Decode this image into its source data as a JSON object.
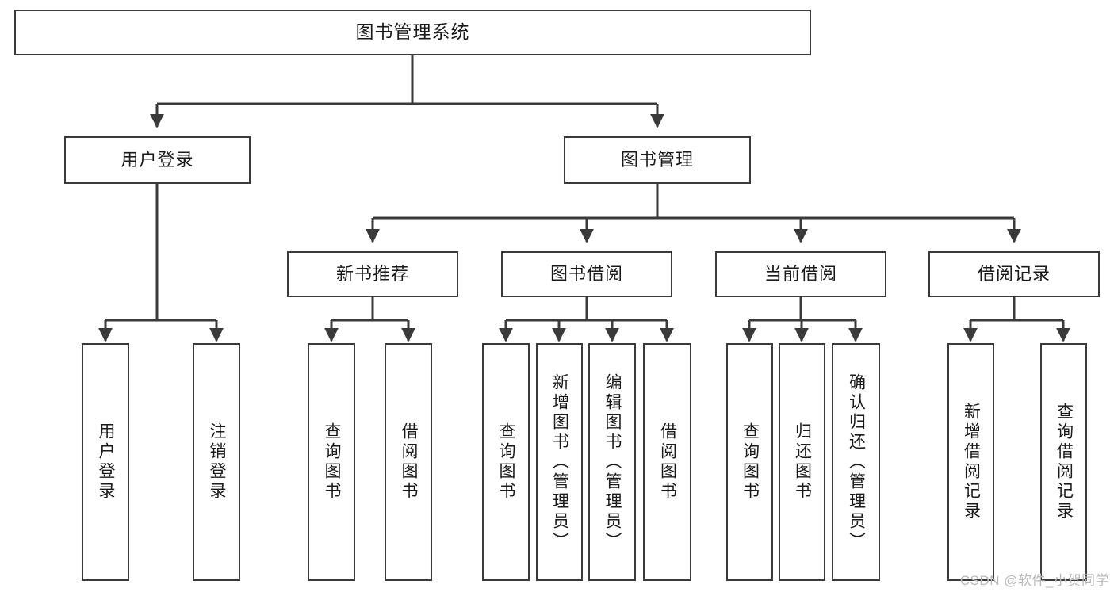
{
  "diagram": {
    "title": "图书管理系统",
    "type": "tree-hierarchy",
    "watermark": "CSDN @软件_小贺同学",
    "colors": {
      "box_border": "#3a3a3a",
      "box_fill": "#ffffff",
      "edge": "#3a3a3a",
      "text": "#1a1a1a",
      "watermark": "#b8b8b8"
    }
  },
  "nodes": {
    "root": {
      "label": "图书管理系统"
    },
    "level2": [
      {
        "id": "user-login",
        "label": "用户登录"
      },
      {
        "id": "book-manage",
        "label": "图书管理"
      }
    ],
    "level3": [
      {
        "id": "new-book-recommend",
        "label": "新书推荐"
      },
      {
        "id": "book-borrow",
        "label": "图书借阅"
      },
      {
        "id": "current-borrow",
        "label": "当前借阅"
      },
      {
        "id": "borrow-record",
        "label": "借阅记录"
      }
    ],
    "leaves": {
      "user_login": [
        {
          "id": "leaf-user-login",
          "label": "用户登录"
        },
        {
          "id": "leaf-user-logout",
          "label": "注销登录"
        }
      ],
      "new_book_recommend": [
        {
          "id": "leaf-query-book-1",
          "label": "查询图书"
        },
        {
          "id": "leaf-borrow-book-1",
          "label": "借阅图书"
        }
      ],
      "book_borrow": [
        {
          "id": "leaf-query-book-2",
          "label": "查询图书"
        },
        {
          "id": "leaf-add-book",
          "label": "新增图书（管理员）"
        },
        {
          "id": "leaf-edit-book",
          "label": "编辑图书（管理员）"
        },
        {
          "id": "leaf-borrow-book-2",
          "label": "借阅图书"
        }
      ],
      "current_borrow": [
        {
          "id": "leaf-query-book-3",
          "label": "查询图书"
        },
        {
          "id": "leaf-return-book",
          "label": "归还图书"
        },
        {
          "id": "leaf-confirm-return",
          "label": "确认归还（管理员）"
        }
      ],
      "borrow_record": [
        {
          "id": "leaf-add-record",
          "label": "新增借阅记录"
        },
        {
          "id": "leaf-query-record",
          "label": "查询借阅记录"
        }
      ]
    }
  }
}
